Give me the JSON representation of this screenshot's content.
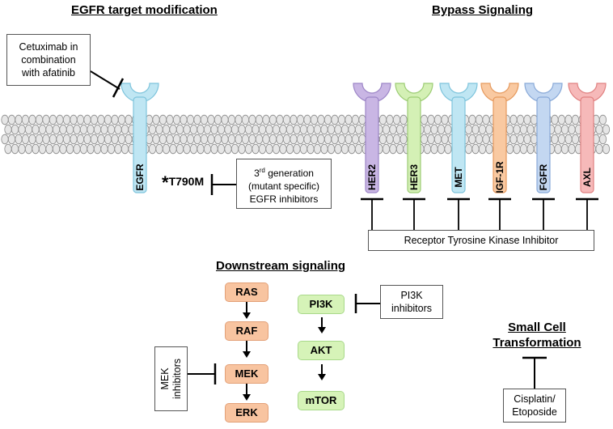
{
  "titles": {
    "egfr_mod": "EGFR target modification",
    "bypass": "Bypass Signaling",
    "downstream": "Downstream signaling",
    "small_cell_line1": "Small Cell",
    "small_cell_line2": "Transformation"
  },
  "boxes": {
    "cetuximab": [
      "Cetuximab in",
      "combination",
      "with afatinib"
    ],
    "third_gen": {
      "line1_base": "3",
      "line1_sup": "rd",
      "line1_rest": " generation",
      "line2": "(mutant specific)",
      "line3": "EGFR inhibitors"
    },
    "rtki": "Receptor Tyrosine Kinase Inhibitor",
    "pi3k_inh": [
      "PI3K",
      "inhibitors"
    ],
    "mek_inh": [
      "MEK",
      "inhibitors"
    ],
    "cisplatin": [
      "Cisplatin/",
      "Etoposide"
    ]
  },
  "egfr": {
    "label": "EGFR",
    "mutation_star": "*",
    "mutation": "T790M"
  },
  "receptors": [
    {
      "label": "HER2",
      "color": "#c9b6e4",
      "border": "#9d86c7"
    },
    {
      "label": "HER3",
      "color": "#d4f0b5",
      "border": "#9ccc74"
    },
    {
      "label": "MET",
      "color": "#bfe6f3",
      "border": "#7ec4dc"
    },
    {
      "label": "IGF-1R",
      "color": "#f9c9a1",
      "border": "#e69a5e"
    },
    {
      "label": "FGFR",
      "color": "#c3d7f1",
      "border": "#88a9d8"
    },
    {
      "label": "AXL",
      "color": "#f6b9b9",
      "border": "#e08181"
    }
  ],
  "egfr_color": {
    "fill": "#bfe6f3",
    "border": "#7ec4dc"
  },
  "pathway": {
    "ras": "RAS",
    "raf": "RAF",
    "mek": "MEK",
    "erk": "ERK",
    "pi3k": "PI3K",
    "akt": "AKT",
    "mtor": "mTOR",
    "orange": "#f8c4a0",
    "green": "#d6f3b8"
  }
}
